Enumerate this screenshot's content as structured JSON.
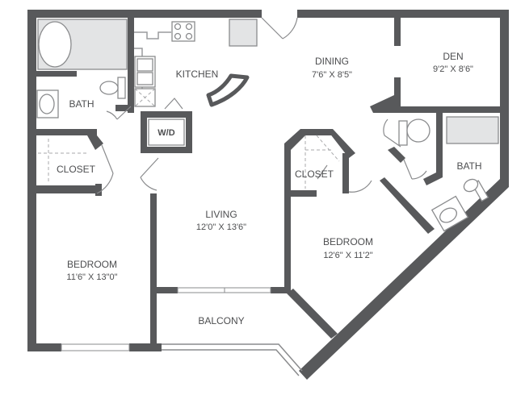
{
  "rooms": {
    "kitchen": {
      "name": "KITCHEN"
    },
    "dining": {
      "name": "DINING",
      "size": "7'6\" X 8'5\""
    },
    "den": {
      "name": "DEN",
      "size": "9'2\" X 8'6\""
    },
    "bath_left": {
      "name": "BATH"
    },
    "bath_right": {
      "name": "BATH"
    },
    "wd": {
      "name": "W/D"
    },
    "closet_left": {
      "name": "CLOSET"
    },
    "closet_mid": {
      "name": "CLOSET"
    },
    "living": {
      "name": "LIVING",
      "size": "12'0\" X 13'6\""
    },
    "bedroom_left": {
      "name": "BEDROOM",
      "size": "11'6\" X 13\"0\""
    },
    "bedroom_right": {
      "name": "BEDROOM",
      "size": "12'6\" X 11'2\""
    },
    "balcony": {
      "name": "BALCONY"
    }
  },
  "colors": {
    "wall": "#58595b",
    "fixture": "#8a8b8d",
    "text": "#4d4e50"
  }
}
